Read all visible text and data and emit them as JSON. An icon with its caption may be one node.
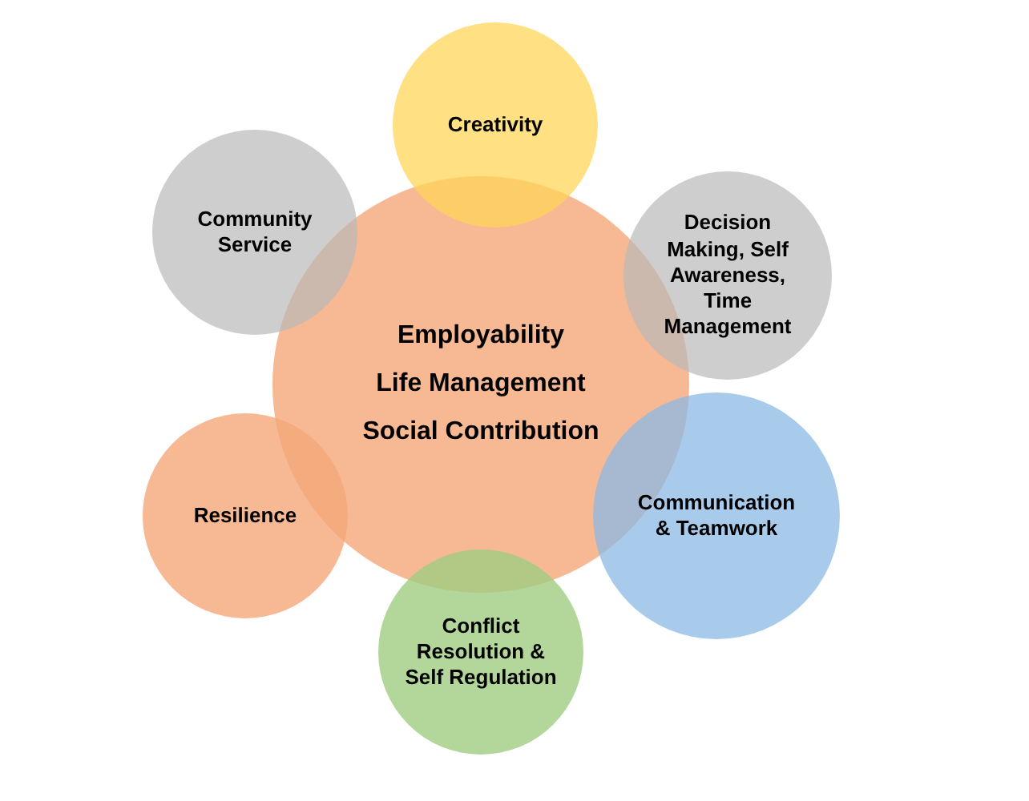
{
  "diagram": {
    "nodes": [
      {
        "text": [
          "Employability",
          "Life Management",
          "Social Contribution"
        ]
      },
      {
        "text": [
          "Creativity"
        ]
      },
      {
        "text": [
          "Community Service"
        ]
      },
      {
        "text": [
          "Decision Making, Self Awareness, Time Management"
        ]
      },
      {
        "text": [
          "Resilience"
        ]
      },
      {
        "text": [
          "Communication & Teamwork"
        ]
      },
      {
        "text": [
          "Conflict Resolution & Self Regulation"
        ]
      }
    ]
  }
}
